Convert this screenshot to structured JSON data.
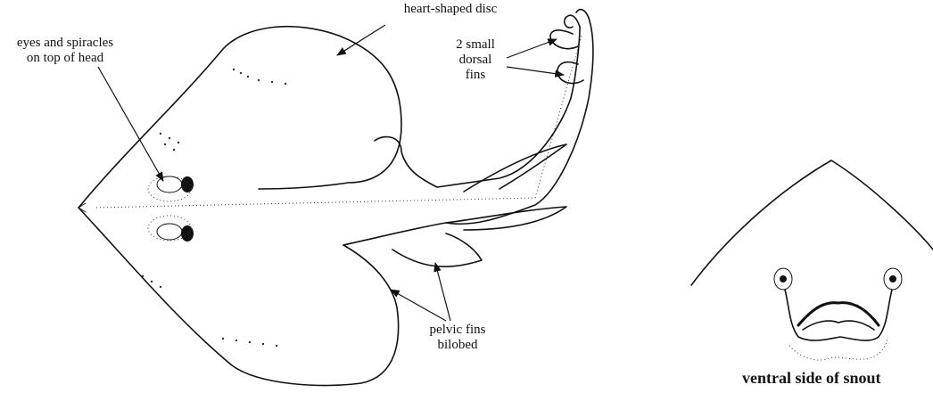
{
  "labels": {
    "disc": "heart-shaped disc",
    "eyes": "eyes and spiracles\non top of head",
    "dorsal": "2 small\ndorsal\nfins",
    "pelvic": "pelvic fins\nbilobed"
  },
  "caption": "ventral side of snout",
  "colors": {
    "ink": "#111111",
    "background": "#ffffff"
  }
}
